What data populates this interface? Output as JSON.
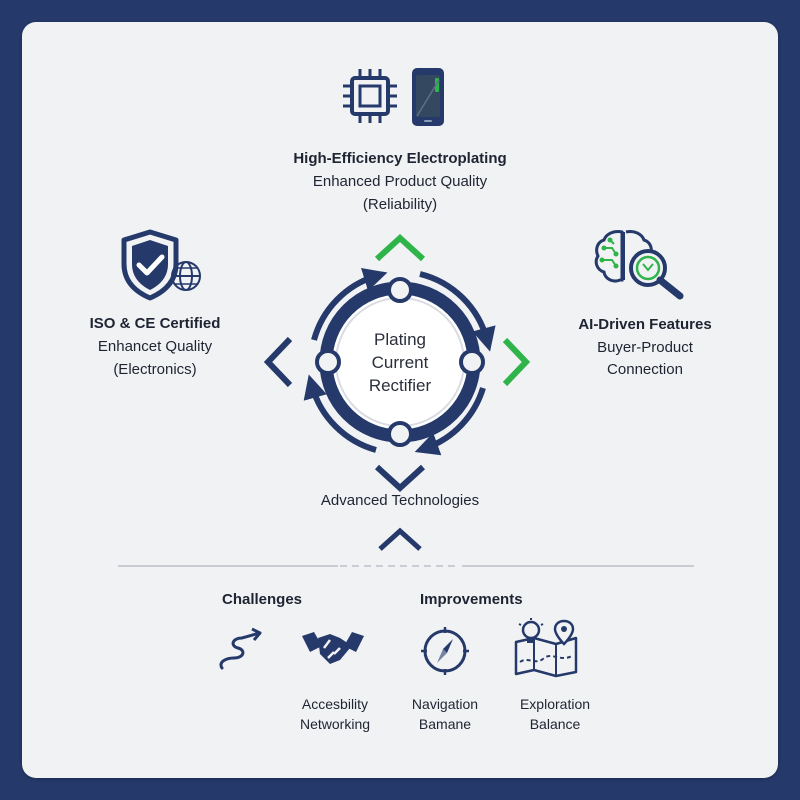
{
  "hub": {
    "line1": "Plating",
    "line2": "Current",
    "line3": "Rectifier"
  },
  "top": {
    "title": "High-Efficiency Electroplating",
    "line2": "Enhanced Product Quality",
    "line3": "(Reliability)",
    "icons": [
      "chip-icon",
      "smartphone-icon"
    ]
  },
  "left": {
    "title": "ISO & CE Certified",
    "line2": "Enhancet Quality",
    "line3": "(Electronics)",
    "icons": [
      "shield-check-icon",
      "globe-icon"
    ]
  },
  "right": {
    "title": "AI-Driven Features",
    "line2": "Buyer-Product",
    "line3": "Connection",
    "icons": [
      "brain-icon",
      "magnifier-icon"
    ]
  },
  "bottom": {
    "label": "Advanced Technologies"
  },
  "lower": {
    "challenges_title": "Challenges",
    "improvements_title": "Improvements",
    "items": [
      {
        "icon": "winding-path-icon",
        "caption1": "",
        "caption2": ""
      },
      {
        "icon": "handshake-icon",
        "caption1": "Accesbility",
        "caption2": "Networking"
      },
      {
        "icon": "compass-icon",
        "caption1": "Navigation",
        "caption2": "Bamane"
      },
      {
        "icon": "map-lightbulb-icon",
        "caption1": "Exploration",
        "caption2": "Balance"
      }
    ]
  },
  "colors": {
    "navy": "#25396a",
    "green": "#2fb44a",
    "panel": "#f1f2f4",
    "text": "#1f2433"
  }
}
